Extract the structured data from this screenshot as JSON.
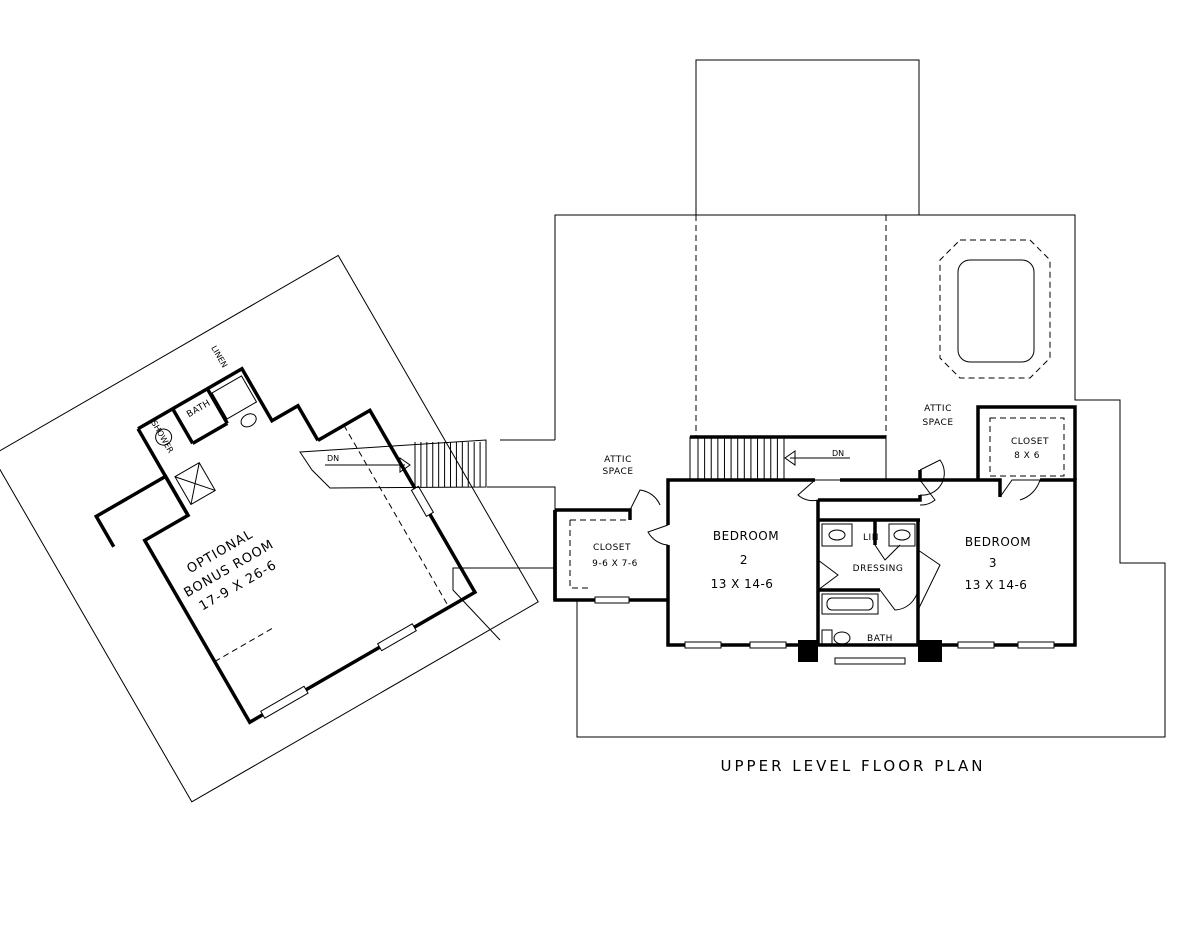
{
  "plan_title": "UPPER LEVEL FLOOR PLAN",
  "rooms": {
    "bonus": {
      "line1": "OPTIONAL",
      "line2": "BONUS ROOM",
      "line3": "17-9 X 26-6"
    },
    "bonus_bath": "BATH",
    "bonus_linen": "LINEN",
    "bonus_shower": "SHOWER",
    "attic_left": {
      "line1": "ATTIC",
      "line2": "SPACE"
    },
    "attic_right": {
      "line1": "ATTIC",
      "line2": "SPACE"
    },
    "closet_left": {
      "line1": "CLOSET",
      "line2": "9-6 X 7-6"
    },
    "closet_right": {
      "line1": "CLOSET",
      "line2": "8 X 6"
    },
    "bedroom2": {
      "line1": "BEDROOM",
      "line2": "2",
      "line3": "13 X 14-6"
    },
    "bedroom3": {
      "line1": "BEDROOM",
      "line2": "3",
      "line3": "13 X 14-6"
    },
    "dressing": "DRESSING",
    "lin": "LIN",
    "bath": "BATH"
  },
  "stairs": {
    "left_label": "DN",
    "right_label": "DN"
  }
}
